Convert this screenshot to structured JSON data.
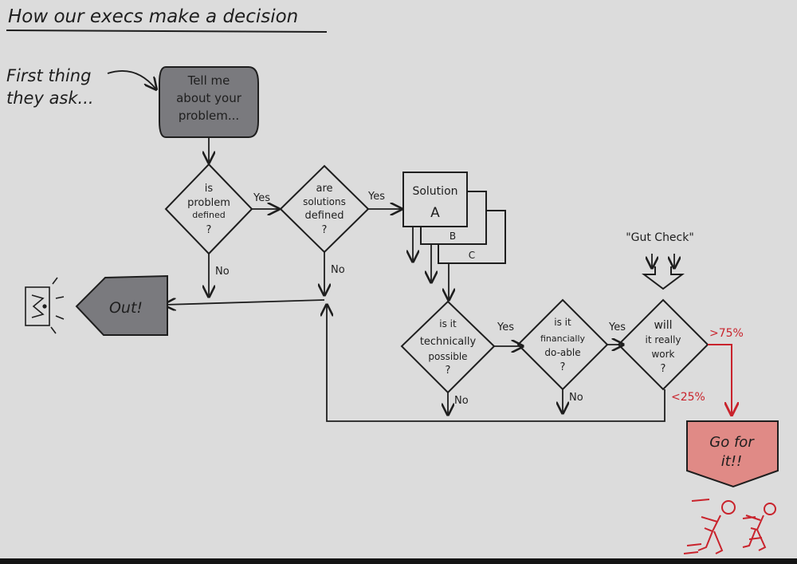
{
  "title": "How our execs make a decision",
  "intro_note": [
    "First thing",
    "they ask..."
  ],
  "start_node": [
    "Tell me",
    "about your",
    "problem..."
  ],
  "decision_problem": [
    "is",
    "problem",
    "defined",
    "?"
  ],
  "decision_solutions": [
    "are",
    "solutions",
    "defined",
    "?"
  ],
  "solution_cards": {
    "front": [
      "Solution",
      "A"
    ],
    "middle": "B",
    "back": "C"
  },
  "decision_technical": [
    "is it",
    "technically",
    "possible",
    "?"
  ],
  "decision_financial": [
    "is it",
    "financially",
    "do-able",
    "?"
  ],
  "decision_works": [
    "will",
    "it really",
    "work",
    "?"
  ],
  "gut_check": "\"Gut Check\"",
  "out_node": "Out!",
  "go_node": [
    "Go for",
    "it!!"
  ],
  "edge_labels": {
    "yes_problem": "Yes",
    "yes_solutions": "Yes",
    "yes_technical": "Yes",
    "yes_financial": "Yes",
    "no_problem": "No",
    "no_solutions": "No",
    "no_technical": "No",
    "no_financial": "No",
    "over": ">75%",
    "under": "<25%"
  },
  "colors": {
    "background": "#dcdcdc",
    "ink": "#1e1e1e",
    "node_gray": "#7a7a7e",
    "accent_red": "#c9232c",
    "go_fill": "#e08a86"
  }
}
